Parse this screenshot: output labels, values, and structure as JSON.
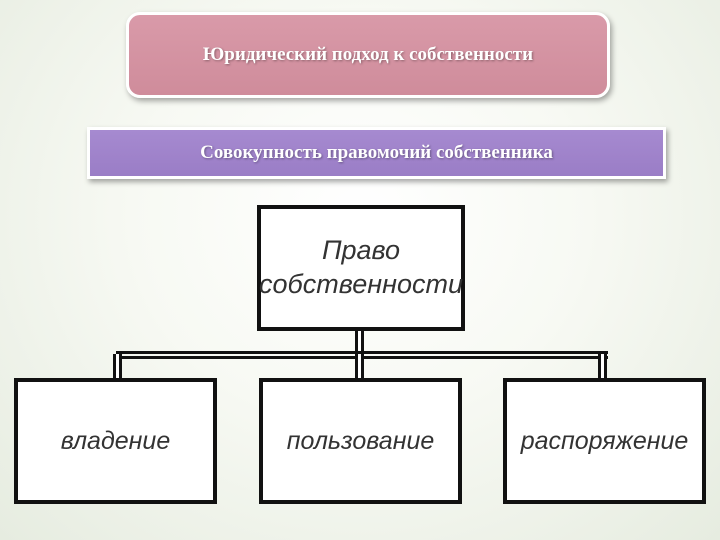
{
  "header": {
    "title": "Юридический подход к собственности",
    "subtitle": "Совокупность правомочий собственника"
  },
  "tree": {
    "root": {
      "line1": "Право",
      "line2": "собственности"
    },
    "children": [
      "владение",
      "пользование",
      "распоряжение"
    ]
  },
  "colors": {
    "title_box": "#d99aa9",
    "subtitle_box": "#a68ad0",
    "box_border": "#111111",
    "background": "#eef2e8"
  }
}
